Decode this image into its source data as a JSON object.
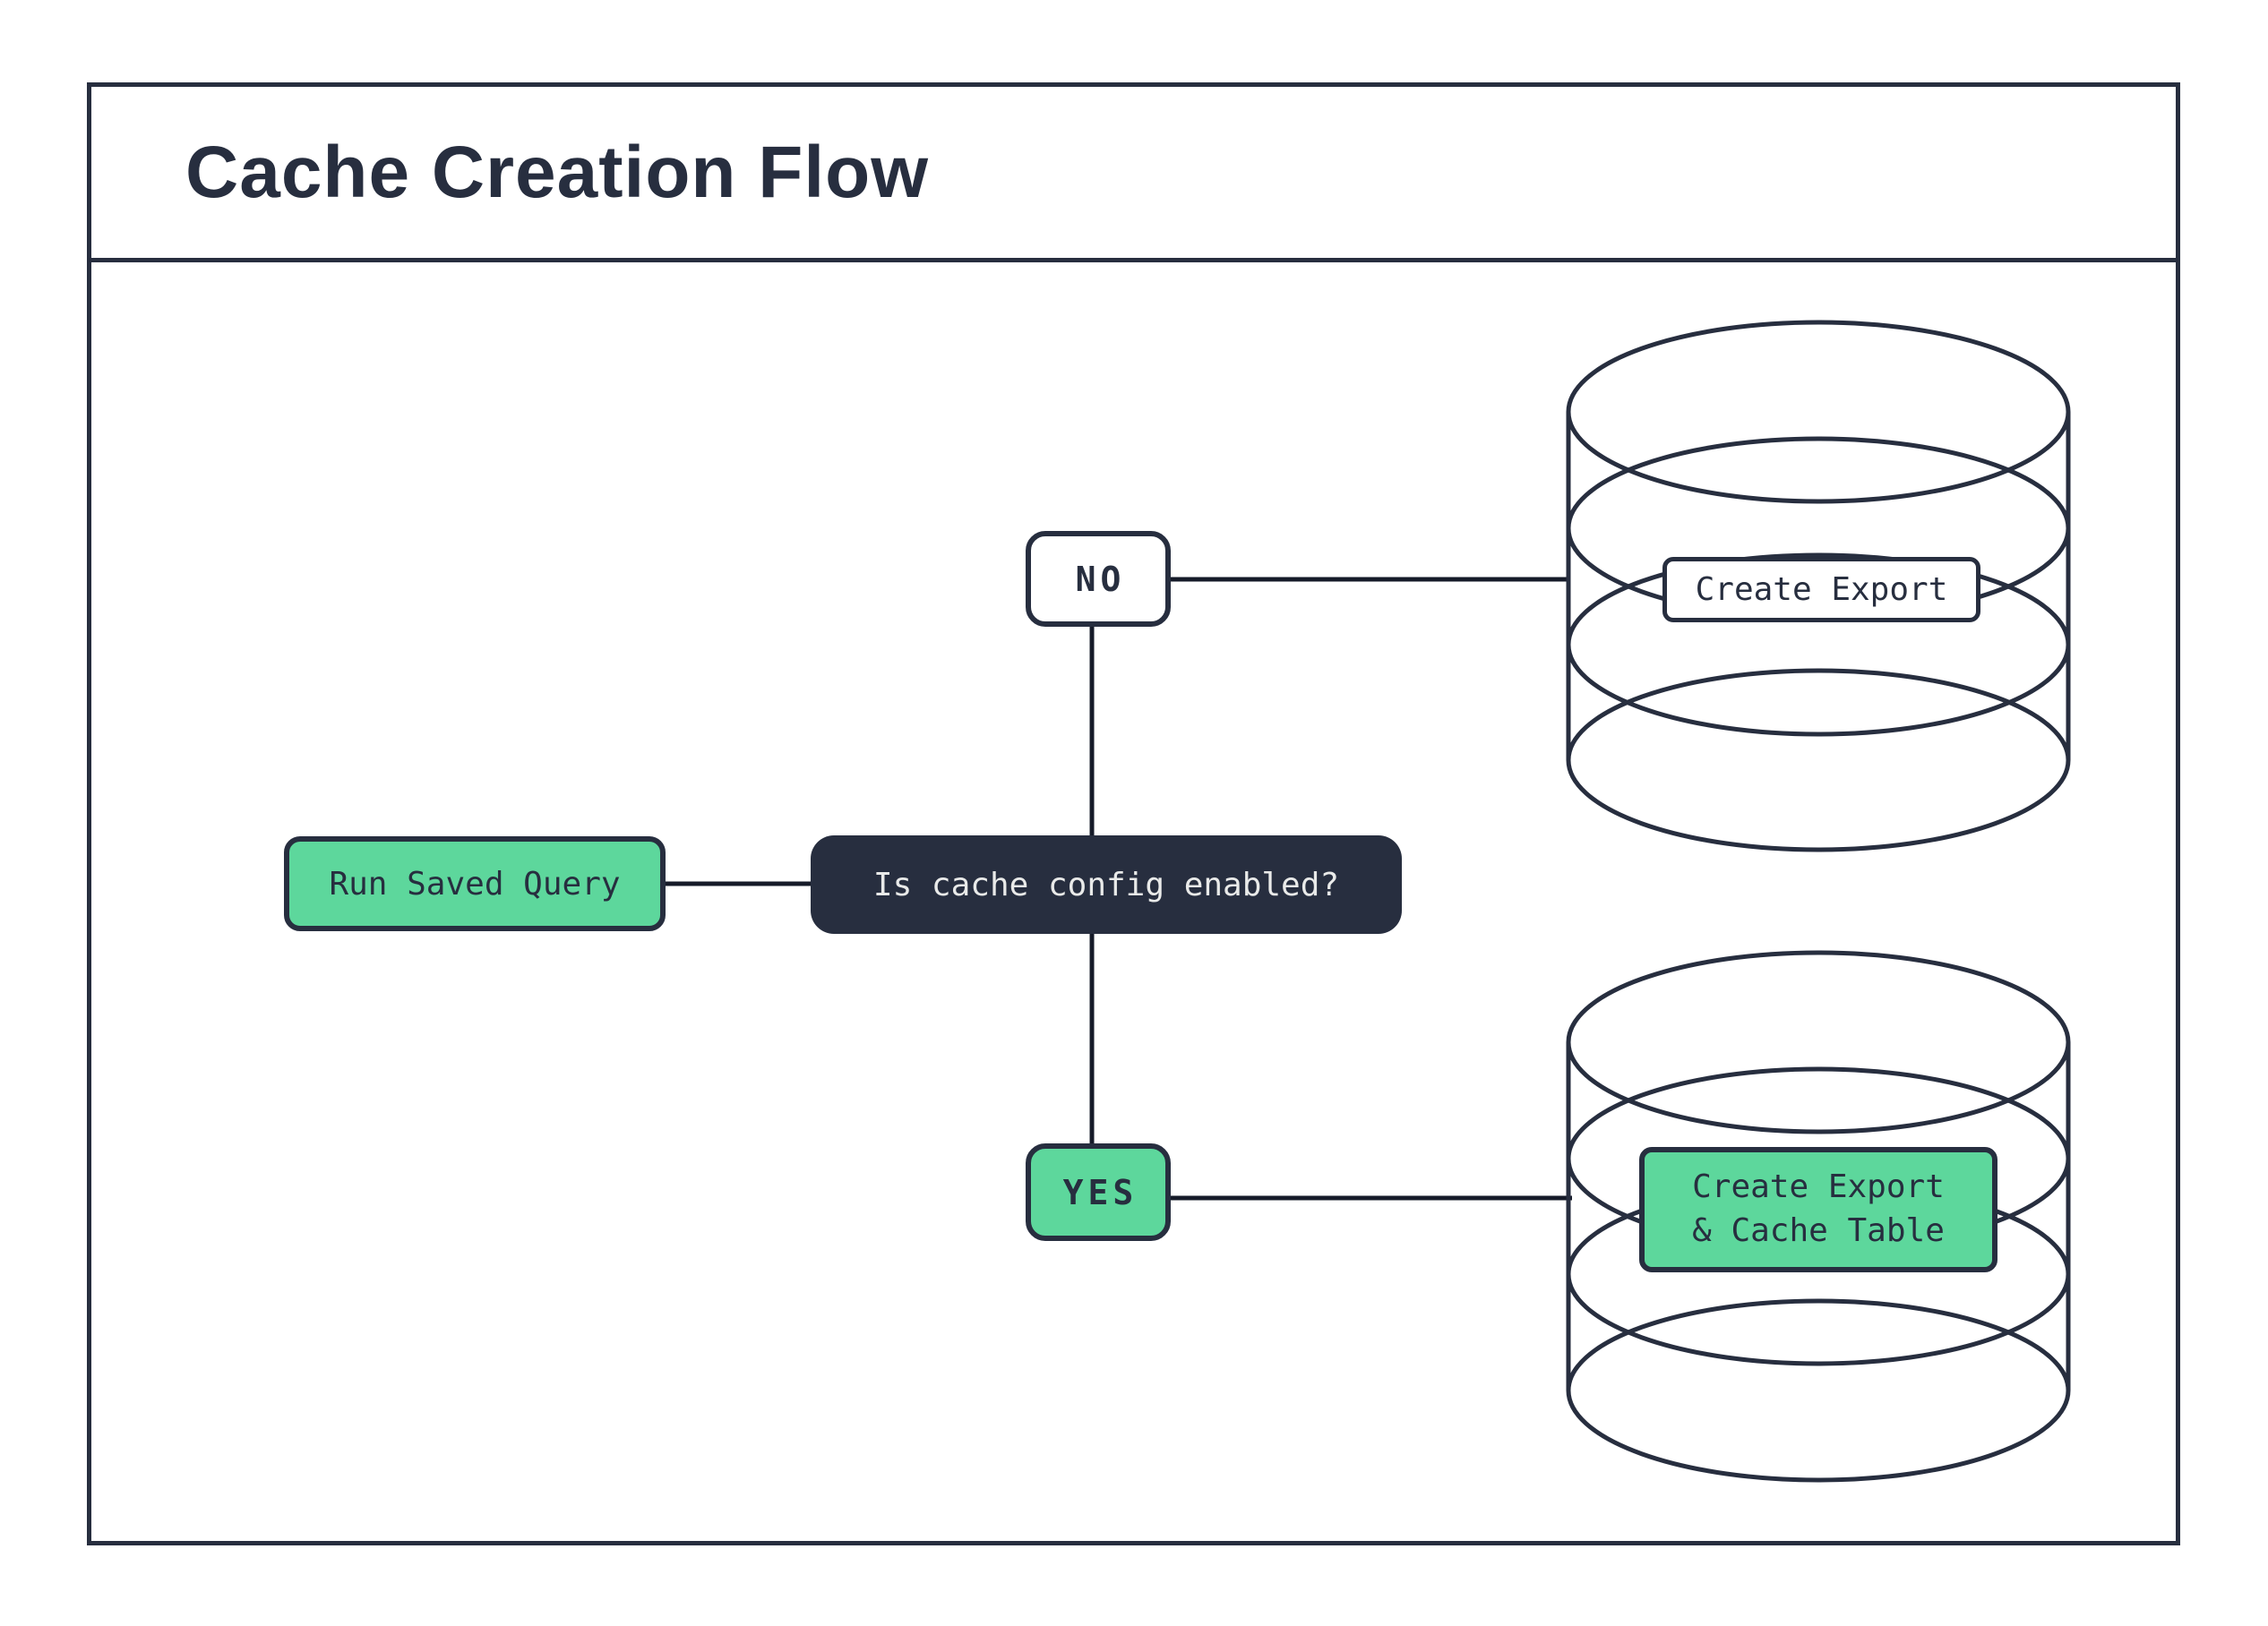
{
  "page": {
    "title": "Cache Creation Flow"
  },
  "colors": {
    "ink": "#272E3F",
    "green": "#5DD79C",
    "line": "#161B29",
    "light-text": "#E9EAE9",
    "white": "#FFFFFF"
  },
  "flow": {
    "start": {
      "label": "Run Saved Query"
    },
    "decision": {
      "label": "Is cache config enabled?"
    },
    "no_branch": {
      "label": "NO",
      "icon": "database-icon",
      "action": {
        "label": "Create Export"
      }
    },
    "yes_branch": {
      "label": "YES",
      "icon": "database-icon",
      "action": {
        "line1": "Create Export",
        "line2": "& Cache Table"
      }
    }
  }
}
